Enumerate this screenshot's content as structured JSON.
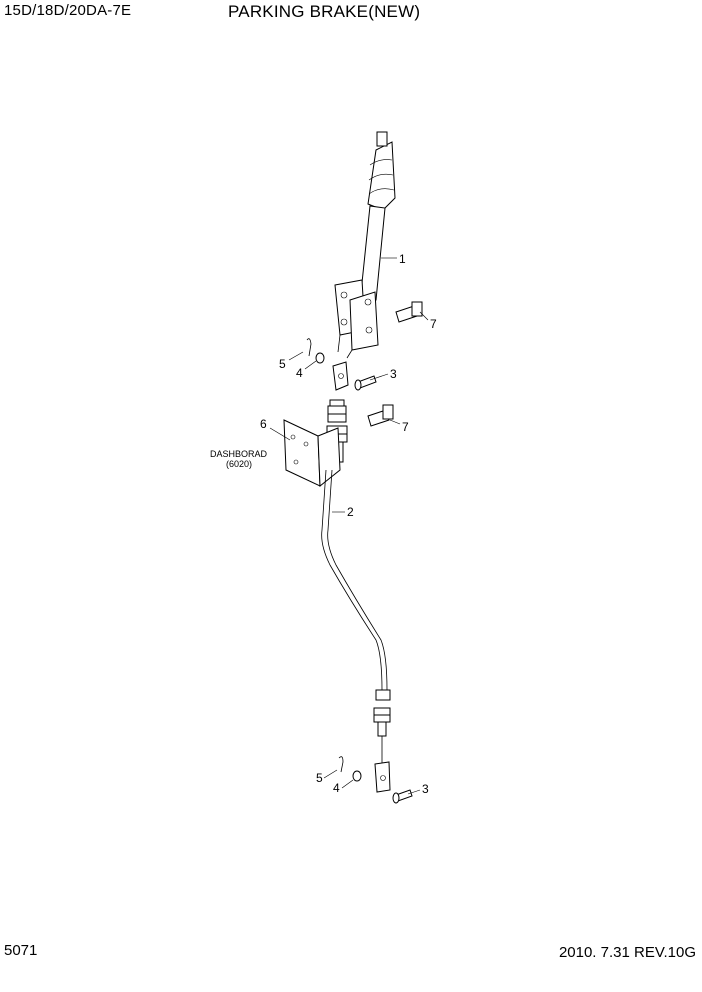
{
  "header": {
    "model": "15D/18D/20DA-7E",
    "title": "PARKING BRAKE(NEW)"
  },
  "footer": {
    "page_number": "5071",
    "date_revision": "2010. 7.31  REV.10G"
  },
  "callouts": {
    "lever": "1",
    "cable": "2",
    "pin_top": "3",
    "washer_top": "4",
    "cotter_top": "5",
    "bracket": "6",
    "bolt_lever": "7",
    "bolt_cable": "7",
    "cotter_bottom": "5",
    "washer_bottom": "4",
    "pin_bottom": "3"
  },
  "note": {
    "line1": "DASHBORAD",
    "line2": "(6020)"
  }
}
